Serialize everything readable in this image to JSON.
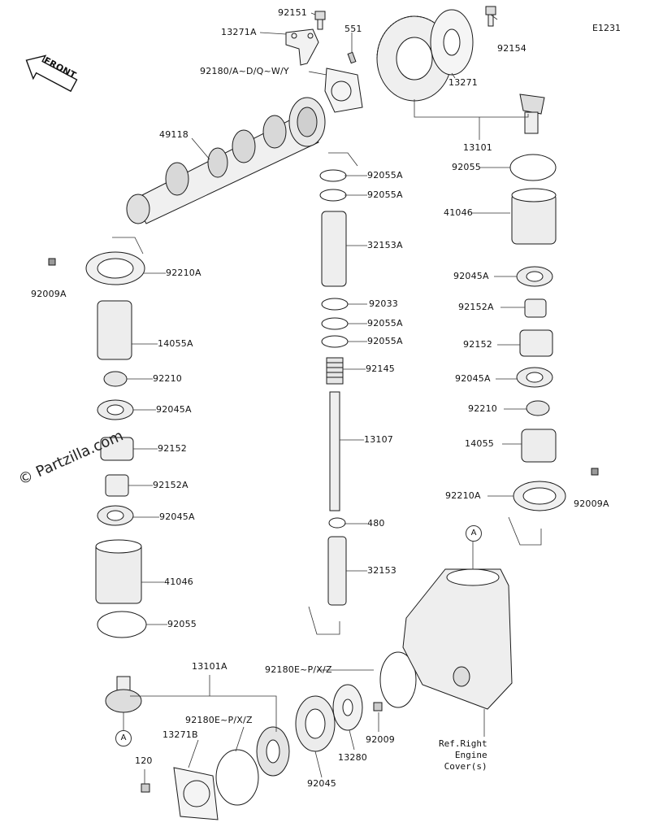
{
  "diagram_code": "E1231",
  "watermark": "© Partzilla.com",
  "front_label": "FRONT",
  "callout_circles": [
    "A",
    "A"
  ],
  "ref_note": [
    "Ref.Right",
    "Engine",
    "Cover(s)"
  ],
  "parts": {
    "p92151": "92151",
    "p13271A": "13271A",
    "p551": "551",
    "p92154": "92154",
    "p13271": "13271",
    "p92180AD": "92180/A~D/Q~W/Y",
    "p49118": "49118",
    "p13101": "13101",
    "p92055A_1": "92055A",
    "p92055A_2": "92055A",
    "p92055_r": "92055",
    "p41046_r": "41046",
    "p32153A": "32153A",
    "p92210A_l": "92210A",
    "p92009A_l": "92009A",
    "p92045A_r1": "92045A",
    "p92033": "92033",
    "p92152A_r": "92152A",
    "p92055A_3": "92055A",
    "p92055A_4": "92055A",
    "p14055A": "14055A",
    "p92152_r": "92152",
    "p92145": "92145",
    "p92210_l": "92210",
    "p92045A_r2": "92045A",
    "p92045A_l1": "92045A",
    "p13107": "13107",
    "p92210_r": "92210",
    "p92152_l": "92152",
    "p14055": "14055",
    "p92152A_l": "92152A",
    "p92210A_r": "92210A",
    "p92009A_r": "92009A",
    "p92045A_l2": "92045A",
    "p480": "480",
    "p32153": "32153",
    "p41046_l": "41046",
    "p92055_l": "92055",
    "p13101A": "13101A",
    "p92180EP_1": "92180E~P/X/Z",
    "p92180EP_2": "92180E~P/X/Z",
    "p13271B": "13271B",
    "p120": "120",
    "p92009": "92009",
    "p13280": "13280",
    "p92045": "92045"
  }
}
